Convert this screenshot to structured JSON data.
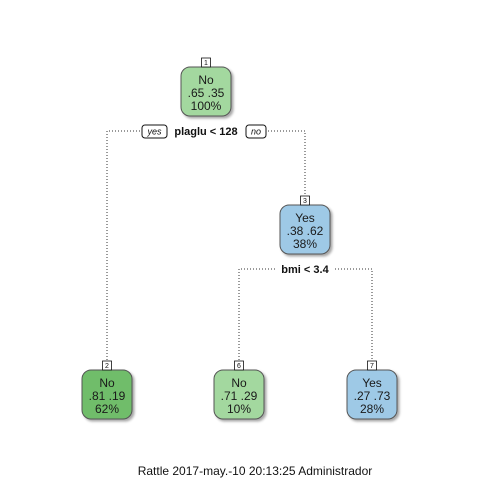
{
  "nodes": [
    {
      "id": "node-1",
      "number": "1",
      "label": "No",
      "probs": ".65  .35",
      "pct": "100%",
      "fill": "#a3d89f",
      "stroke": "#555555"
    },
    {
      "id": "node-3",
      "number": "3",
      "label": "Yes",
      "probs": ".38  .62",
      "pct": "38%",
      "fill": "#9ec9e6",
      "stroke": "#555555"
    },
    {
      "id": "node-2",
      "number": "2",
      "label": "No",
      "probs": ".81  .19",
      "pct": "62%",
      "fill": "#6fbd6a",
      "stroke": "#555555"
    },
    {
      "id": "node-6",
      "number": "6",
      "label": "No",
      "probs": ".71  .29",
      "pct": "10%",
      "fill": "#a3d89f",
      "stroke": "#555555"
    },
    {
      "id": "node-7",
      "number": "7",
      "label": "Yes",
      "probs": ".27  .73",
      "pct": "28%",
      "fill": "#9ec9e6",
      "stroke": "#555555"
    }
  ],
  "splits": [
    {
      "id": "split-1",
      "text": "plaglu < 128",
      "yes": "yes",
      "no": "no"
    },
    {
      "id": "split-3",
      "text": "bmi < 3.4"
    }
  ],
  "caption": "Rattle 2017-may.-10 20:13:25 Administrador"
}
